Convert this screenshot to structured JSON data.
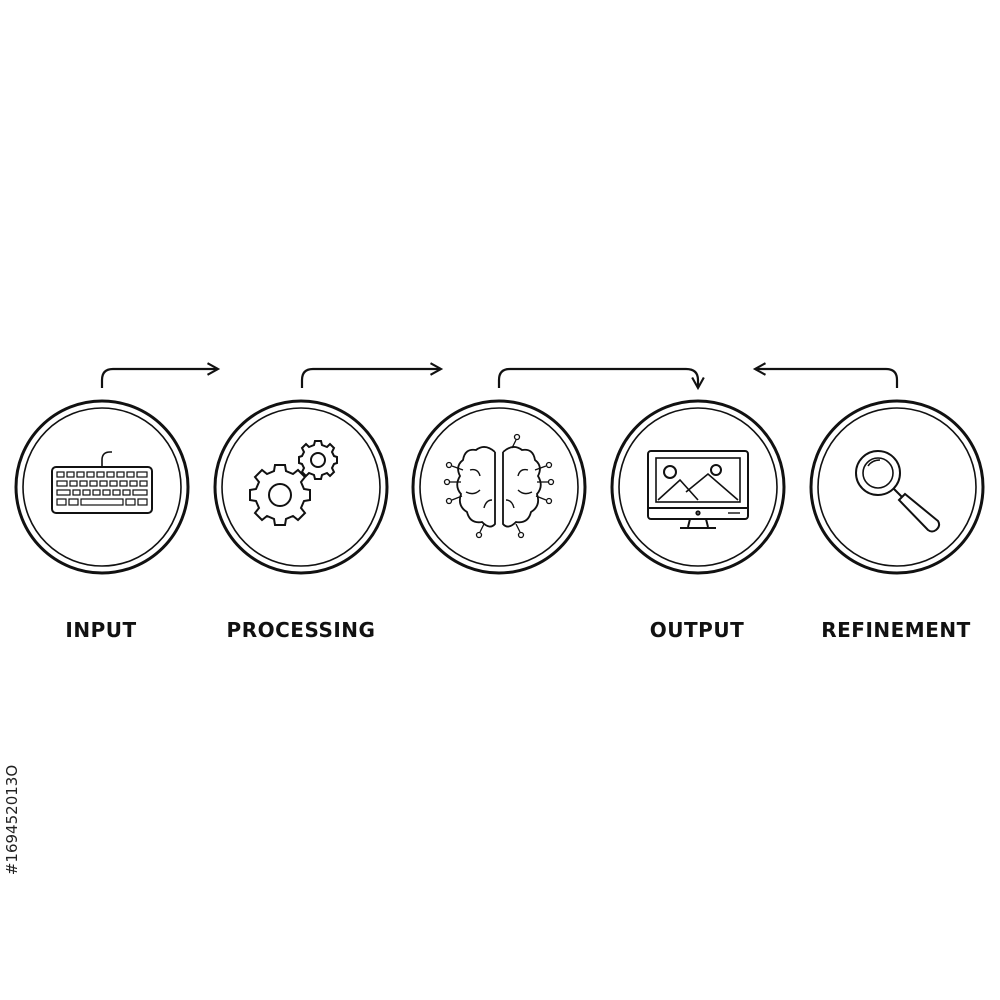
{
  "steps": [
    {
      "label": "INPUT",
      "icon": "keyboard-icon"
    },
    {
      "label": "PROCESSING",
      "icon": "gears-icon"
    },
    {
      "label": "",
      "icon": "brain-circuit-icon"
    },
    {
      "label": "OUTPUT",
      "icon": "monitor-image-icon"
    },
    {
      "label": "REFINEMENT",
      "icon": "magnifier-icon"
    }
  ],
  "stock_id": "#169452013O",
  "colors": {
    "stroke": "#111111",
    "background": "#ffffff"
  }
}
